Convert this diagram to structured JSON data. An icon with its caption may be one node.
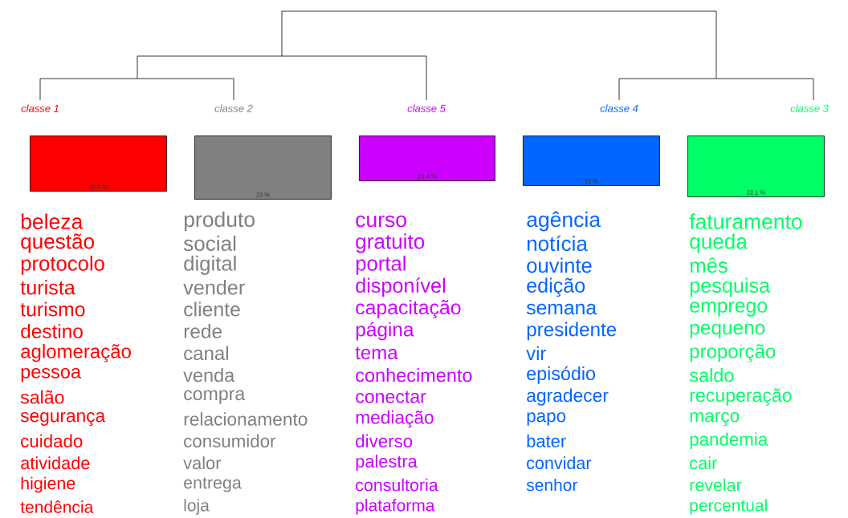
{
  "diagram": {
    "nodes": [
      {
        "text": [
          "classe 1",
          "20.5 %"
        ],
        "beside": [
          "beleza",
          "questão",
          "protocolo",
          "turista",
          "turismo",
          "destino",
          "aglomeração",
          "pessoa",
          "salão",
          "segurança",
          "cuidado",
          "atividade",
          "higiene",
          "tendência"
        ]
      },
      {
        "text": [
          "classe 2",
          "23 %"
        ],
        "beside": [
          "produto",
          "social",
          "digital",
          "vender",
          "cliente",
          "rede",
          "canal",
          "venda",
          "compra",
          "relacionamento",
          "consumidor",
          "valor",
          "entrega",
          "loja"
        ]
      },
      {
        "text": [
          "classe 5",
          "16.4 %"
        ],
        "beside": [
          "curso",
          "gratuito",
          "portal",
          "disponível",
          "capacitação",
          "página",
          "tema",
          "conhecimento",
          "conectar",
          "mediação",
          "diverso",
          "palestra",
          "consultoria",
          "plataforma"
        ]
      },
      {
        "text": [
          "classe 4",
          "18 %"
        ],
        "beside": [
          "agência",
          "notícia",
          "ouvinte",
          "edição",
          "semana",
          "presidente",
          "vir",
          "episódio",
          "agradecer",
          "papo",
          "bater",
          "convidar",
          "senhor"
        ]
      },
      {
        "text": [
          "classe 3",
          "22.1 %"
        ],
        "beside": [
          "faturamento",
          "queda",
          "mês",
          "pesquisa",
          "emprego",
          "pequeno",
          "proporção",
          "saldo",
          "recuperação",
          "março",
          "pandemia",
          "cair",
          "revelar",
          "percentual"
        ]
      }
    ]
  }
}
